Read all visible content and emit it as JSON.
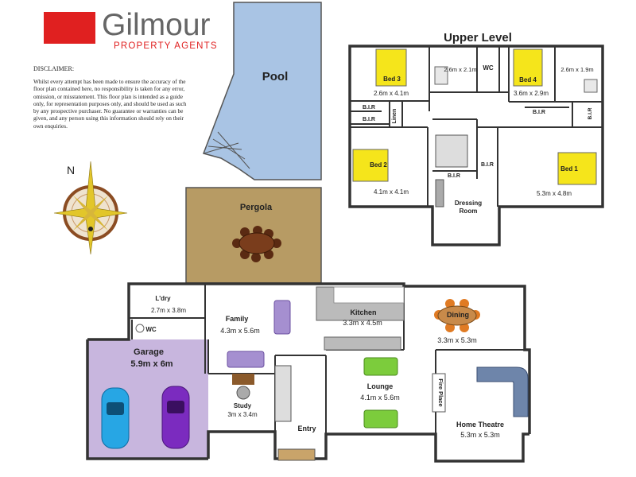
{
  "brand": {
    "name": "Gilmour",
    "tagline": "PROPERTY AGENTS",
    "color": "#e02020"
  },
  "disclaimer": {
    "title": "DISCLAIMER:",
    "body": "Whilst every attempt has been made to ensure the accuracy of the floor plan contained here, no responsibility is taken for any error, omission, or misstatement. This floor plan is intended as a guide only, for representation purposes only, and should be used as such by any prospective purchaser. No guarantee or warranties can be given, and any person using this information should rely on their own enquiries."
  },
  "compass": {
    "label": "N"
  },
  "colors": {
    "pool": "#a9c4e4",
    "pergola": "#b79b64",
    "garage": "#c8b6de",
    "bed": "#f5e51b",
    "wall": "#333333",
    "sofa_purple": "#a58fd0",
    "sofa_green": "#7ccc3c",
    "sofa_blue": "#6e85aa"
  },
  "outdoor": {
    "pool": "Pool",
    "pergola": "Pergola"
  },
  "upper": {
    "title": "Upper Level",
    "rooms": {
      "bed3": {
        "name": "Bed 3",
        "size": "2.6m x 4.1m"
      },
      "bath1": {
        "size": "2.6m x 2.1m"
      },
      "wc": {
        "name": "WC"
      },
      "bed4": {
        "name": "Bed 4",
        "size": "3.6m x 2.9m"
      },
      "ensuite": {
        "size": "2.6m x 1.9m"
      },
      "bed2": {
        "name": "Bed 2",
        "size": "4.1m x 4.1m"
      },
      "bed1": {
        "name": "Bed 1",
        "size": "5.3m x 4.8m"
      },
      "dressing": {
        "name": "Dressing Room"
      },
      "linen": "Linen",
      "bir": "B.I.R"
    }
  },
  "ground": {
    "laundry": {
      "name": "L'dry",
      "size": "2.7m x 3.8m"
    },
    "wc": "WC",
    "family": {
      "name": "Family",
      "size": "4.3m x 5.6m"
    },
    "kitchen": {
      "name": "Kitchen",
      "size": "3.3m x 4.5m"
    },
    "dining": {
      "name": "Dining",
      "size": "3.3m x 5.3m"
    },
    "garage": {
      "name": "Garage",
      "size": "5.9m x 6m"
    },
    "study": {
      "name": "Study",
      "size": "3m x 3.4m"
    },
    "lounge": {
      "name": "Lounge",
      "size": "4.1m x 5.6m"
    },
    "fireplace": "Fire Place",
    "theatre": {
      "name": "Home Theatre",
      "size": "5.3m x 5.3m"
    },
    "entry": "Entry"
  }
}
